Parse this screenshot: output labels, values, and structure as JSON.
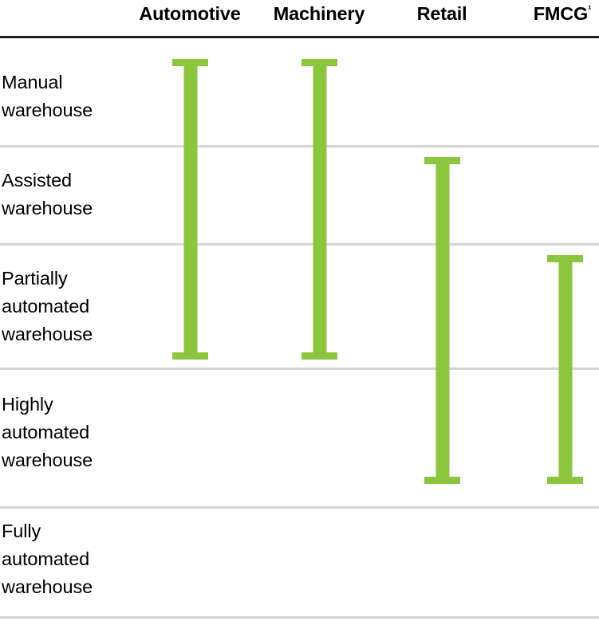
{
  "chart_data": {
    "type": "range",
    "title": "",
    "xlabel": "",
    "ylabel": "",
    "categories": [
      "Automotive",
      "Machinery",
      "Retail",
      "FMCG¹"
    ],
    "levels": [
      "Manual warehouse",
      "Assisted warehouse",
      "Partially automated warehouse",
      "Highly automated warehouse",
      "Fully automated warehouse"
    ],
    "series": [
      {
        "name": "Automotive",
        "start_level": "Manual warehouse",
        "end_level": "Partially automated warehouse",
        "start_index": 0,
        "end_index": 2
      },
      {
        "name": "Machinery",
        "start_level": "Manual warehouse",
        "end_level": "Partially automated warehouse",
        "start_index": 0,
        "end_index": 2
      },
      {
        "name": "Retail",
        "start_level": "Assisted warehouse",
        "end_level": "Highly automated warehouse",
        "start_index": 1,
        "end_index": 3
      },
      {
        "name": "FMCG¹",
        "start_level": "Partially automated warehouse",
        "end_level": "Highly automated warehouse",
        "start_index": 2,
        "end_index": 3
      }
    ],
    "legend": [],
    "grid": true,
    "colors": {
      "bar": "#8cc63f",
      "header_rule": "#231f20",
      "row_separator": "#d6d6d6",
      "text": "#000000",
      "background": "#ffffff"
    }
  },
  "header": {
    "columns": [
      {
        "label": "Automotive",
        "superscript": ""
      },
      {
        "label": "Machinery",
        "superscript": ""
      },
      {
        "label": "Retail",
        "superscript": ""
      },
      {
        "label": "FMCG",
        "superscript": "¹"
      }
    ]
  },
  "rows": [
    {
      "line1": "Manual",
      "line2": "warehouse",
      "line3": ""
    },
    {
      "line1": "Assisted",
      "line2": "warehouse",
      "line3": ""
    },
    {
      "line1": "Partially",
      "line2": "automated",
      "line3": "warehouse"
    },
    {
      "line1": "Highly",
      "line2": "automated",
      "line3": "warehouse"
    },
    {
      "line1": "Fully",
      "line2": "automated",
      "line3": "warehouse"
    }
  ]
}
